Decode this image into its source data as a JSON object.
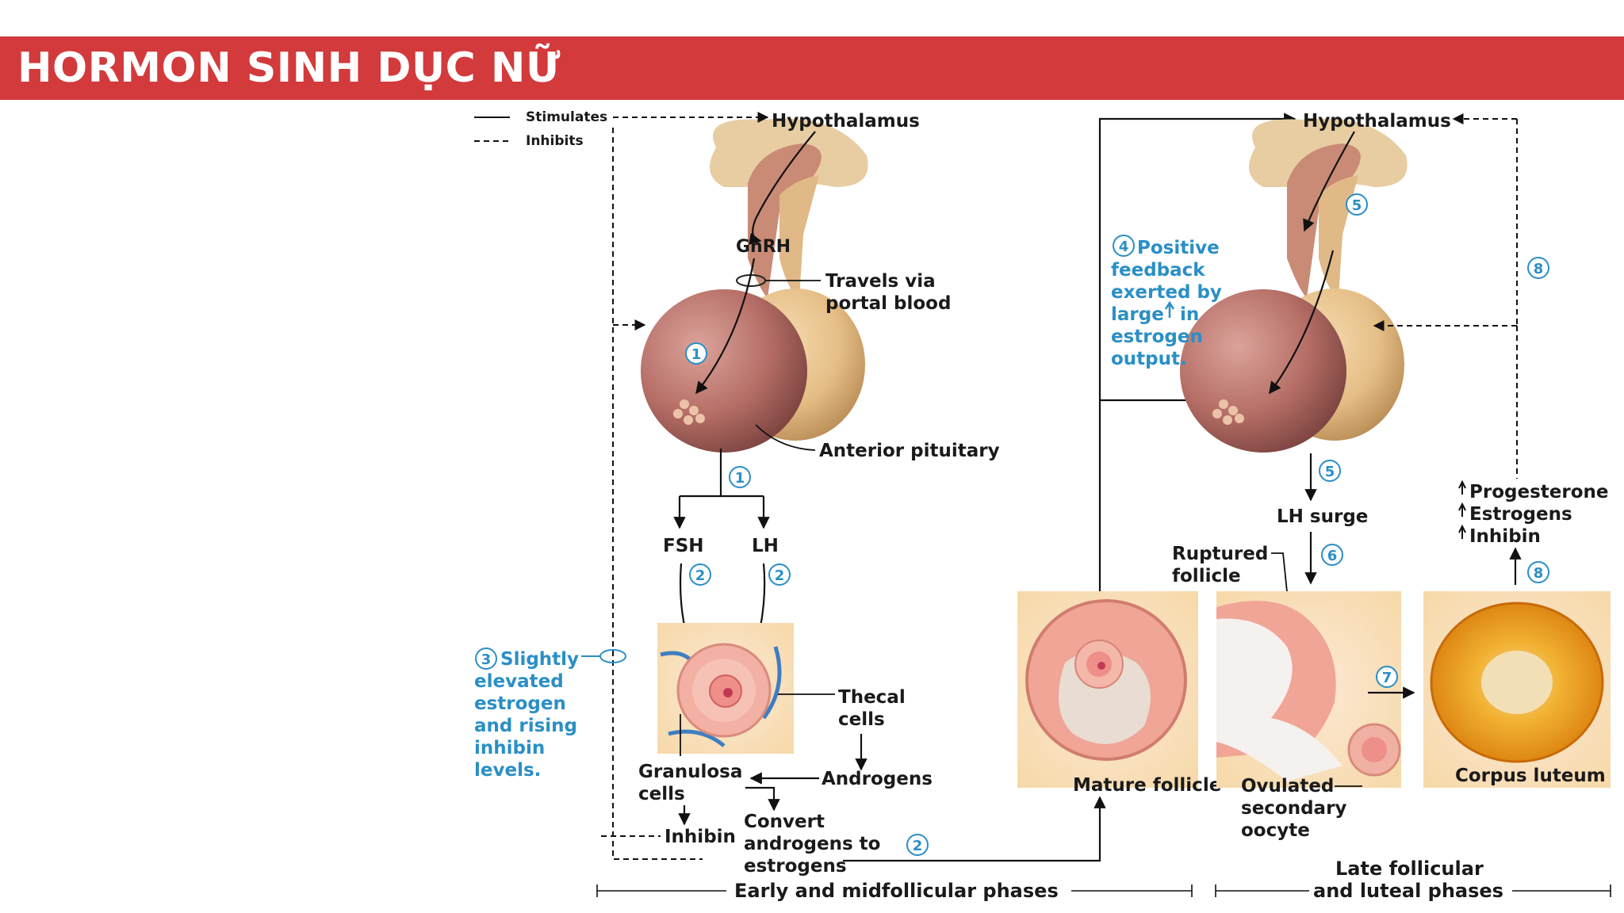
{
  "header": {
    "title": "HORMON SINH DỤC NỮ",
    "background_color": "#d23a3c"
  },
  "legend": {
    "stimulates": "Stimulates",
    "inhibits": "Inhibits"
  },
  "early_phase": {
    "hypothalamus": "Hypothalamus",
    "gnrh": "GnRH",
    "travels_line1": "Travels via",
    "travels_line2": "portal blood",
    "anterior_pituitary": "Anterior pituitary",
    "fsh": "FSH",
    "lh": "LH",
    "thecal_line1": "Thecal",
    "thecal_line2": "cells",
    "granulosa_line1": "Granulosa",
    "granulosa_line2": "cells",
    "androgens": "Androgens",
    "inhibin": "Inhibin",
    "convert_line1": "Convert",
    "convert_line2": "androgens to",
    "convert_line3": "estrogens",
    "feedback_line1": "Slightly",
    "feedback_line2": "elevated",
    "feedback_line3": "estrogen",
    "feedback_line4": "and rising",
    "feedback_line5": "inhibin",
    "feedback_line6": "levels.",
    "phase_label": "Early and midfollicular phases"
  },
  "late_phase": {
    "hypothalamus": "Hypothalamus",
    "positive_line1": "Positive",
    "positive_line2": "feedback",
    "positive_line3": "exerted by",
    "positive_line4": "large",
    "positive_line4b": "in",
    "positive_line5": "estrogen",
    "positive_line6": "output.",
    "lh_surge": "LH surge",
    "ruptured_line1": "Ruptured",
    "ruptured_line2": "follicle",
    "mature_follicle": "Mature follicle",
    "ovulated_line1": "Ovulated",
    "ovulated_line2": "secondary",
    "ovulated_line3": "oocyte",
    "corpus_luteum": "Corpus luteum",
    "progesterone": "Progesterone",
    "estrogens": "Estrogens",
    "inhibin": "Inhibin",
    "phase_line1": "Late follicular",
    "phase_line2": "and luteal phases"
  },
  "step_numbers": {
    "n1": "1",
    "n2": "2",
    "n3": "3",
    "n4": "4",
    "n5": "5",
    "n6": "6",
    "n7": "7",
    "n8": "8"
  },
  "colors": {
    "step_blue": "#2a8fc6",
    "pituitary_anterior": "#b56e66",
    "pituitary_posterior": "#e5be86",
    "corpus_luteum": "#f0a21a"
  },
  "icons": [
    "up-arrow-icon"
  ]
}
